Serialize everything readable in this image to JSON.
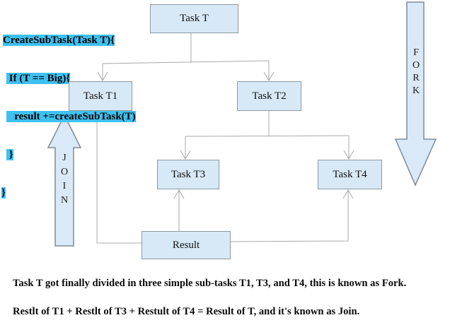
{
  "colors": {
    "box_fill": "#d7e9f6",
    "box_border": "#8f989f",
    "block_arrow_fill": "#d9e9f7",
    "block_arrow_border": "#808b94",
    "connector_line": "#a8a8a8",
    "code_highlight": "#3ec1f0",
    "text": "#000000"
  },
  "code": {
    "lines": [
      "CreateSubTask(Task T){",
      " If (T == Big){",
      "   result +=createSubTask(T)",
      " }",
      "}"
    ]
  },
  "nodes": {
    "task_t": "Task T",
    "task_t1": "Task T1",
    "task_t2": "Task T2",
    "task_t3": "Task T3",
    "task_t4": "Task T4",
    "result": "Result"
  },
  "block_arrows": {
    "fork_label": "F\nO\nR\nK",
    "join_label": "J\nO\nI\nN"
  },
  "caption": {
    "line1": "Task T got finally divided in three simple sub-tasks T1, T3, and T4, this is known as Fork.",
    "line2": "Restlt of T1 + Restlt of T3 + Restult of T4 = Result of T, and it's known as Join."
  }
}
